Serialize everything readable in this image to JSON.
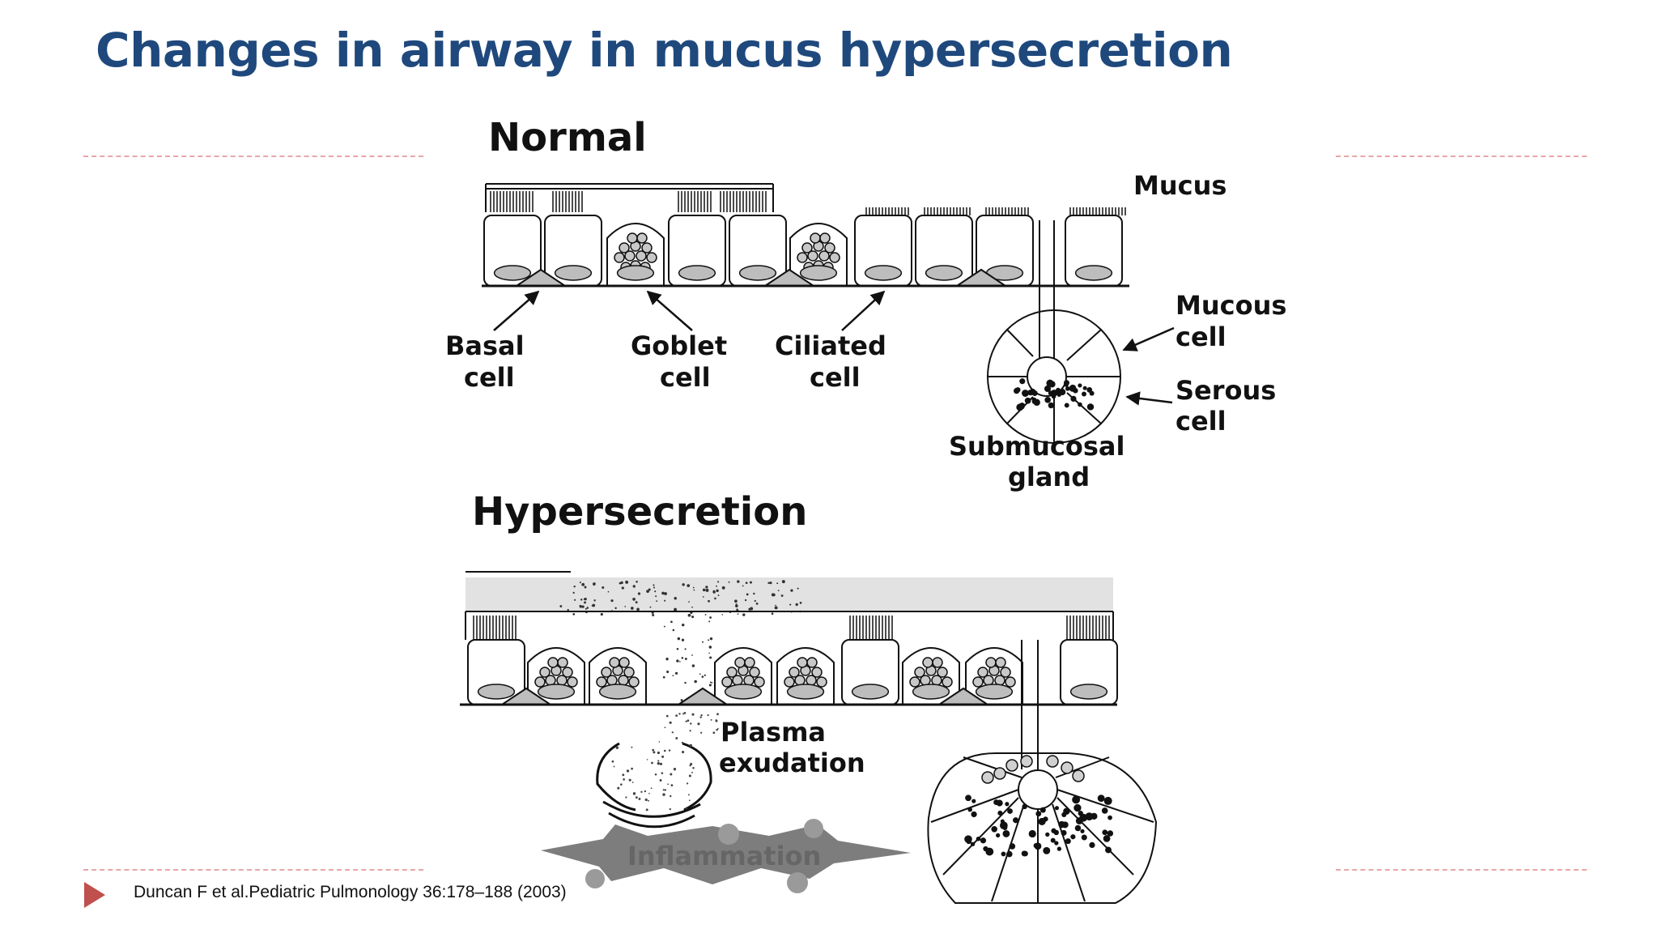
{
  "slide": {
    "title": "Changes in airway in mucus hypersecretion",
    "citation": "Duncan F et al.Pediatric Pulmonology 36:178–188 (2003)"
  },
  "diagram": {
    "normal_heading": "Normal",
    "hypersecretion_heading": "Hypersecretion",
    "labels": {
      "mucus": "Mucus",
      "mucous_cell_1": "Mucous",
      "mucous_cell_2": "cell",
      "serous_cell_1": "Serous",
      "serous_cell_2": "cell",
      "basal_1": "Basal",
      "basal_2": "cell",
      "goblet_1": "Goblet",
      "goblet_2": "cell",
      "ciliated_1": "Ciliated",
      "ciliated_2": "cell",
      "submucosal_1": "Submucosal",
      "submucosal_2": "gland",
      "plasma_1": "Plasma",
      "plasma_2": "exudation",
      "inflammation": "Inflammation"
    }
  },
  "colors": {
    "title": "#1f497d",
    "rule": "#e6a7a7",
    "bullet": "#c0504d"
  }
}
